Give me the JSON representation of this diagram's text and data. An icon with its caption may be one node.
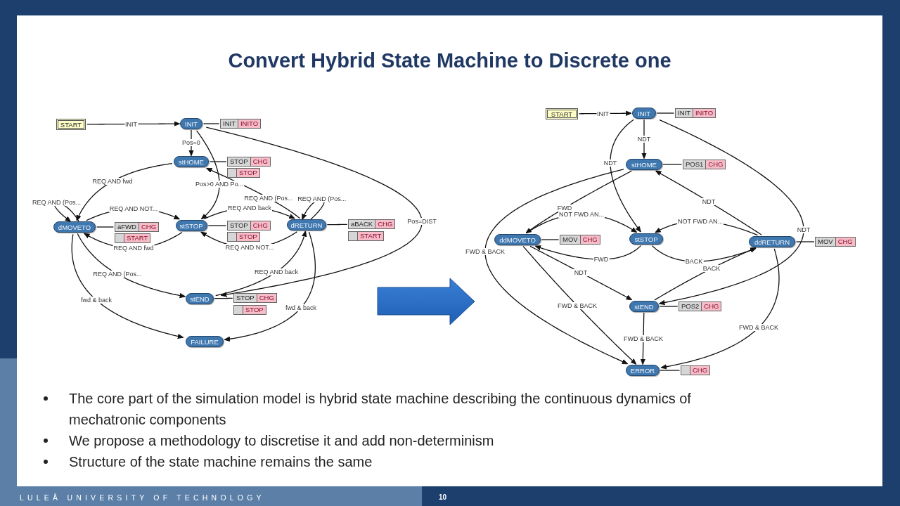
{
  "diagram": {
    "title": "Convert Hybrid State Machine to Discrete one",
    "nodes": [
      {
        "text": [
          "START"
        ]
      },
      {
        "text": [
          "INIT"
        ]
      },
      {
        "text": [
          "INIT",
          "INITO"
        ]
      },
      {
        "text": [
          "stHOME"
        ]
      },
      {
        "text": [
          "STOP",
          "CHG"
        ]
      },
      {
        "text": [
          "STOP"
        ]
      },
      {
        "text": [
          "dMOVETO"
        ]
      },
      {
        "text": [
          "aFWD",
          "CHG"
        ]
      },
      {
        "text": [
          "START"
        ]
      },
      {
        "text": [
          "stSTOP"
        ]
      },
      {
        "text": [
          "STOP",
          "CHG"
        ]
      },
      {
        "text": [
          "STOP"
        ]
      },
      {
        "text": [
          "dRETURN"
        ]
      },
      {
        "text": [
          "aBACK",
          "CHG"
        ]
      },
      {
        "text": [
          "START"
        ]
      },
      {
        "text": [
          "stEND"
        ]
      },
      {
        "text": [
          "STOP",
          "CHG"
        ]
      },
      {
        "text": [
          "STOP"
        ]
      },
      {
        "text": [
          "FAILURE"
        ]
      },
      {
        "text": [
          "START"
        ]
      },
      {
        "text": [
          "INIT"
        ]
      },
      {
        "text": [
          "INIT",
          "INITO"
        ]
      },
      {
        "text": [
          "stHOME"
        ]
      },
      {
        "text": [
          "POS1",
          "CHG"
        ]
      },
      {
        "text": [
          "ddMOVETO"
        ]
      },
      {
        "text": [
          "MOV",
          "CHG"
        ]
      },
      {
        "text": [
          "stSTOP"
        ]
      },
      {
        "text": [
          "ddRETURN"
        ]
      },
      {
        "text": [
          "MOV",
          "CHG"
        ]
      },
      {
        "text": [
          "stEND"
        ]
      },
      {
        "text": [
          "POS2",
          "CHG"
        ]
      },
      {
        "text": [
          "ERROR"
        ]
      },
      {
        "text": [
          "CHG"
        ]
      }
    ],
    "edges": [
      {
        "from": 0,
        "to": 1,
        "arrow": "to",
        "label": "INIT"
      },
      {
        "from": 1,
        "to": 2,
        "arrow": "none"
      },
      {
        "from": 1,
        "to": 3,
        "arrow": "to",
        "label": "Pos=0"
      },
      {
        "from": 1,
        "to": 9,
        "arrow": "to",
        "label": "Pos>0 AND Po..."
      },
      {
        "from": 1,
        "to": 15,
        "arrow": "to",
        "label": "Pos=DIST"
      },
      {
        "from": 3,
        "to": 4,
        "arrow": "none"
      },
      {
        "from": 3,
        "to": 6,
        "arrow": "to",
        "label": "REQ AND fwd"
      },
      {
        "from": 12,
        "to": 3,
        "arrow": "to",
        "label": "REQ AND (Pos..."
      },
      {
        "from": 6,
        "to": 6,
        "arrow": "to",
        "label": "REQ AND (Pos..."
      },
      {
        "from": 6,
        "to": 9,
        "arrow": "to",
        "label": "REQ AND NOT..."
      },
      {
        "from": 9,
        "to": 12,
        "arrow": "to",
        "label": "REQ AND back"
      },
      {
        "from": 9,
        "to": 6,
        "arrow": "to",
        "label": "REQ AND fwd"
      },
      {
        "from": 12,
        "to": 9,
        "arrow": "to",
        "label": "REQ AND NOT..."
      },
      {
        "from": 12,
        "to": 12,
        "arrow": "to",
        "label": "REQ AND (Pos..."
      },
      {
        "from": 6,
        "to": 15,
        "arrow": "to",
        "label": "REQ AND (Pos..."
      },
      {
        "from": 15,
        "to": 12,
        "arrow": "to",
        "label": "REQ AND back"
      },
      {
        "from": 6,
        "to": 18,
        "arrow": "to",
        "label": "fwd & back"
      },
      {
        "from": 12,
        "to": 18,
        "arrow": "to",
        "label": "fwd & back"
      },
      {
        "from": 6,
        "to": 7,
        "arrow": "none"
      },
      {
        "from": 9,
        "to": 10,
        "arrow": "none"
      },
      {
        "from": 12,
        "to": 13,
        "arrow": "none"
      },
      {
        "from": 15,
        "to": 16,
        "arrow": "none"
      },
      {
        "from": 19,
        "to": 20,
        "arrow": "to",
        "label": "INIT"
      },
      {
        "from": 20,
        "to": 21,
        "arrow": "none"
      },
      {
        "from": 20,
        "to": 22,
        "arrow": "to",
        "label": "NDT"
      },
      {
        "from": 20,
        "to": 26,
        "arrow": "to",
        "label": "NDT"
      },
      {
        "from": 20,
        "to": 29,
        "arrow": "to",
        "label": "NDT"
      },
      {
        "from": 22,
        "to": 23,
        "arrow": "none"
      },
      {
        "from": 22,
        "to": 24,
        "arrow": "to",
        "label": "FWD"
      },
      {
        "from": 22,
        "to": 31,
        "arrow": "to",
        "label": "FWD & BACK"
      },
      {
        "from": 27,
        "to": 22,
        "arrow": "to",
        "label": "NDT"
      },
      {
        "from": 24,
        "to": 26,
        "arrow": "to",
        "label": "NOT FWD AN..."
      },
      {
        "from": 27,
        "to": 26,
        "arrow": "to",
        "label": "NOT FWD AN..."
      },
      {
        "from": 26,
        "to": 24,
        "arrow": "to",
        "label": "FWD"
      },
      {
        "from": 26,
        "to": 27,
        "arrow": "to",
        "label": "BACK"
      },
      {
        "from": 29,
        "to": 27,
        "arrow": "to",
        "label": "BACK"
      },
      {
        "from": 24,
        "to": 25,
        "arrow": "none"
      },
      {
        "from": 24,
        "to": 29,
        "arrow": "to",
        "label": "NDT"
      },
      {
        "from": 24,
        "to": 31,
        "arrow": "to",
        "label": "FWD & BACK"
      },
      {
        "from": 29,
        "to": 31,
        "arrow": "to",
        "label": "FWD & BACK"
      },
      {
        "from": 27,
        "to": 31,
        "arrow": "to",
        "label": "FWD & BACK"
      },
      {
        "from": 27,
        "to": 28,
        "arrow": "none"
      },
      {
        "from": 29,
        "to": 30,
        "arrow": "none"
      },
      {
        "from": 31,
        "to": 32,
        "arrow": "none"
      }
    ],
    "labels": [
      "The core part of the simulation model is hybrid state machine describing the continuous dynamics of mechatronic components",
      "We propose a methodology to discretise it and add non-determinism",
      "Structure of the state machine remains the same",
      "LULEÅ UNIVERSITY OF TECHNOLOGY",
      "10"
    ]
  }
}
